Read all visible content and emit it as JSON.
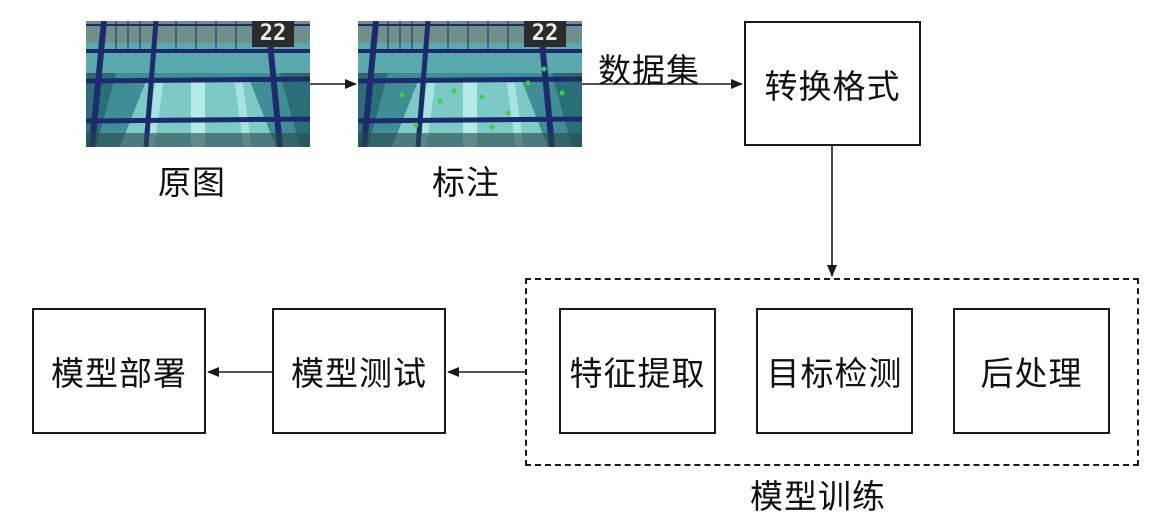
{
  "images": {
    "original": {
      "caption": "原图",
      "counter": "22"
    },
    "annotated": {
      "caption": "标注",
      "counter": "22"
    }
  },
  "edge_labels": {
    "dataset": "数据集"
  },
  "nodes": {
    "convert_format": "转换格式",
    "feature_extraction": "特征提取",
    "object_detection": "目标检测",
    "post_processing": "后处理",
    "model_testing": "模型测试",
    "model_deployment": "模型部署"
  },
  "groups": {
    "model_training": "模型训练"
  },
  "colors": {
    "pool_water": "#8fd6d4",
    "pool_wall": "#2f7f8a",
    "frame": "#1d2a6e",
    "stroke": "#1a1a1a",
    "annotation_dot": "#3cd43c"
  }
}
